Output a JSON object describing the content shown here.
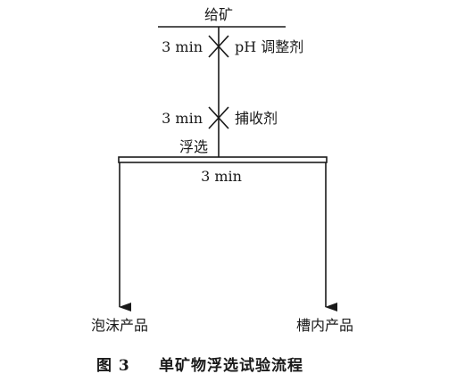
{
  "flowchart": {
    "feed_label": "给矿",
    "step1_time": "3 min",
    "step1_reagent": "pH 调整剂",
    "step2_time": "3 min",
    "step2_reagent": "捕收剂",
    "flotation_label": "浮选",
    "flotation_time": "3 min",
    "froth_product": "泡沫产品",
    "tailing_product": "槽内产品"
  },
  "caption": {
    "figure_number": "图 3",
    "title": "单矿物浮选试验流程"
  }
}
